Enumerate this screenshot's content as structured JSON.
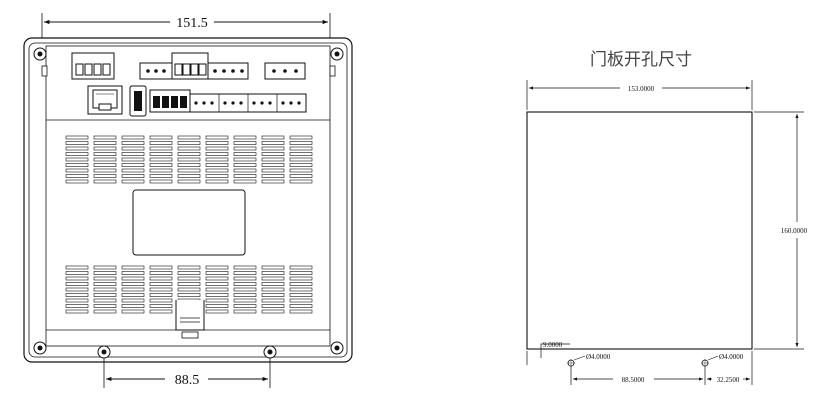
{
  "rear_view": {
    "width_dimension": "151.5",
    "hole_spacing_dimension": "88.5",
    "connector_label": "RJ45"
  },
  "cutout": {
    "title": "门板开孔尺寸",
    "width_dimension": "153.0000",
    "height_dimension": "160.0000",
    "hole_offset_dimension": "9.0000",
    "hole_dia_left": "Ø4.0000",
    "hole_dia_right": "Ø4.0000",
    "hole_spacing_dimension": "88.5000",
    "right_offset_dimension": "32.2500"
  },
  "colors": {
    "line": "#111111",
    "panel_fill": "#ffffff",
    "title": "#444444"
  }
}
